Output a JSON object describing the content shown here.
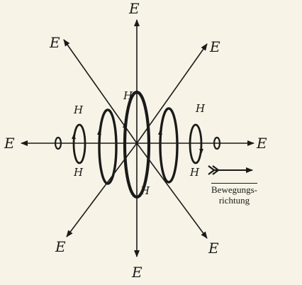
{
  "field_labels": {
    "E": "E",
    "H": "H"
  },
  "caption": {
    "line1": "Bewegungs-",
    "line2": "richtung"
  },
  "colors": {
    "ink": "#1a1a1a",
    "paper": "#f7f3e6"
  }
}
